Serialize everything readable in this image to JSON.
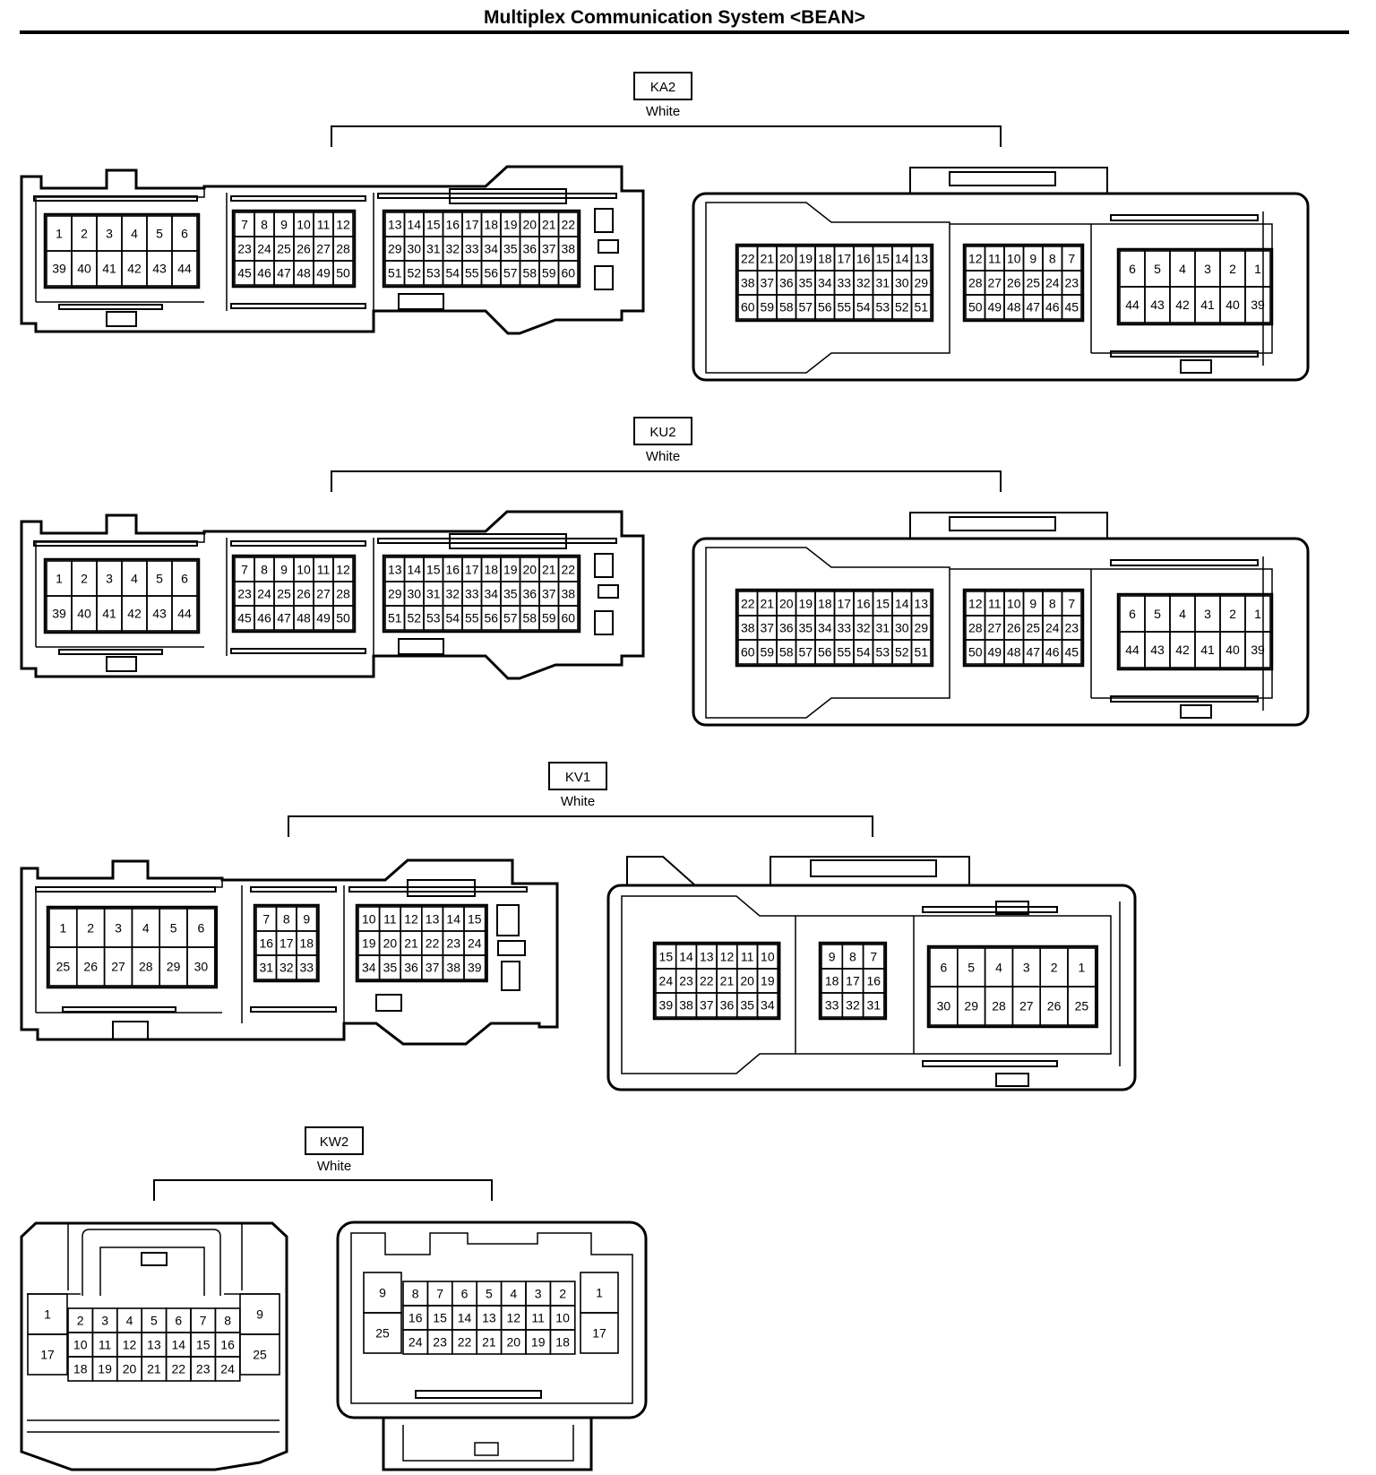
{
  "title": "Multiplex Communication System <BEAN>",
  "connectors": [
    {
      "id": "KA2",
      "color": "White",
      "left_view": {
        "blocks": [
          {
            "rows": [
              [
                "1",
                "2",
                "3",
                "4",
                "5",
                "6"
              ],
              [
                "39",
                "40",
                "41",
                "42",
                "43",
                "44"
              ]
            ]
          },
          {
            "rows": [
              [
                "7",
                "8",
                "9",
                "10",
                "11",
                "12"
              ],
              [
                "23",
                "24",
                "25",
                "26",
                "27",
                "28"
              ],
              [
                "45",
                "46",
                "47",
                "48",
                "49",
                "50"
              ]
            ]
          },
          {
            "rows": [
              [
                "13",
                "14",
                "15",
                "16",
                "17",
                "18",
                "19",
                "20",
                "21",
                "22"
              ],
              [
                "29",
                "30",
                "31",
                "32",
                "33",
                "34",
                "35",
                "36",
                "37",
                "38"
              ],
              [
                "51",
                "52",
                "53",
                "54",
                "55",
                "56",
                "57",
                "58",
                "59",
                "60"
              ]
            ]
          }
        ]
      },
      "right_view": {
        "blocks": [
          {
            "rows": [
              [
                "22",
                "21",
                "20",
                "19",
                "18",
                "17",
                "16",
                "15",
                "14",
                "13"
              ],
              [
                "38",
                "37",
                "36",
                "35",
                "34",
                "33",
                "32",
                "31",
                "30",
                "29"
              ],
              [
                "60",
                "59",
                "58",
                "57",
                "56",
                "55",
                "54",
                "53",
                "52",
                "51"
              ]
            ]
          },
          {
            "rows": [
              [
                "12",
                "11",
                "10",
                "9",
                "8",
                "7"
              ],
              [
                "28",
                "27",
                "26",
                "25",
                "24",
                "23"
              ],
              [
                "50",
                "49",
                "48",
                "47",
                "46",
                "45"
              ]
            ]
          },
          {
            "rows": [
              [
                "6",
                "5",
                "4",
                "3",
                "2",
                "1"
              ],
              [
                "44",
                "43",
                "42",
                "41",
                "40",
                "39"
              ]
            ]
          }
        ]
      }
    },
    {
      "id": "KU2",
      "color": "White",
      "left_view": {
        "blocks": [
          {
            "rows": [
              [
                "1",
                "2",
                "3",
                "4",
                "5",
                "6"
              ],
              [
                "39",
                "40",
                "41",
                "42",
                "43",
                "44"
              ]
            ]
          },
          {
            "rows": [
              [
                "7",
                "8",
                "9",
                "10",
                "11",
                "12"
              ],
              [
                "23",
                "24",
                "25",
                "26",
                "27",
                "28"
              ],
              [
                "45",
                "46",
                "47",
                "48",
                "49",
                "50"
              ]
            ]
          },
          {
            "rows": [
              [
                "13",
                "14",
                "15",
                "16",
                "17",
                "18",
                "19",
                "20",
                "21",
                "22"
              ],
              [
                "29",
                "30",
                "31",
                "32",
                "33",
                "34",
                "35",
                "36",
                "37",
                "38"
              ],
              [
                "51",
                "52",
                "53",
                "54",
                "55",
                "56",
                "57",
                "58",
                "59",
                "60"
              ]
            ]
          }
        ]
      },
      "right_view": {
        "blocks": [
          {
            "rows": [
              [
                "22",
                "21",
                "20",
                "19",
                "18",
                "17",
                "16",
                "15",
                "14",
                "13"
              ],
              [
                "38",
                "37",
                "36",
                "35",
                "34",
                "33",
                "32",
                "31",
                "30",
                "29"
              ],
              [
                "60",
                "59",
                "58",
                "57",
                "56",
                "55",
                "54",
                "53",
                "52",
                "51"
              ]
            ]
          },
          {
            "rows": [
              [
                "12",
                "11",
                "10",
                "9",
                "8",
                "7"
              ],
              [
                "28",
                "27",
                "26",
                "25",
                "24",
                "23"
              ],
              [
                "50",
                "49",
                "48",
                "47",
                "46",
                "45"
              ]
            ]
          },
          {
            "rows": [
              [
                "6",
                "5",
                "4",
                "3",
                "2",
                "1"
              ],
              [
                "44",
                "43",
                "42",
                "41",
                "40",
                "39"
              ]
            ]
          }
        ]
      }
    },
    {
      "id": "KV1",
      "color": "White",
      "left_view": {
        "blocks": [
          {
            "rows": [
              [
                "1",
                "2",
                "3",
                "4",
                "5",
                "6"
              ],
              [
                "25",
                "26",
                "27",
                "28",
                "29",
                "30"
              ]
            ]
          },
          {
            "rows": [
              [
                "7",
                "8",
                "9"
              ],
              [
                "16",
                "17",
                "18"
              ],
              [
                "31",
                "32",
                "33"
              ]
            ]
          },
          {
            "rows": [
              [
                "10",
                "11",
                "12",
                "13",
                "14",
                "15"
              ],
              [
                "19",
                "20",
                "21",
                "22",
                "23",
                "24"
              ],
              [
                "34",
                "35",
                "36",
                "37",
                "38",
                "39"
              ]
            ]
          }
        ]
      },
      "right_view": {
        "blocks": [
          {
            "rows": [
              [
                "15",
                "14",
                "13",
                "12",
                "11",
                "10"
              ],
              [
                "24",
                "23",
                "22",
                "21",
                "20",
                "19"
              ],
              [
                "39",
                "38",
                "37",
                "36",
                "35",
                "34"
              ]
            ]
          },
          {
            "rows": [
              [
                "9",
                "8",
                "7"
              ],
              [
                "18",
                "17",
                "16"
              ],
              [
                "33",
                "32",
                "31"
              ]
            ]
          },
          {
            "rows": [
              [
                "6",
                "5",
                "4",
                "3",
                "2",
                "1"
              ],
              [
                "30",
                "29",
                "28",
                "27",
                "26",
                "25"
              ]
            ]
          }
        ]
      }
    },
    {
      "id": "KW2",
      "color": "White",
      "left_view": {
        "side_left": [
          "1",
          "17"
        ],
        "rows": [
          [
            "2",
            "3",
            "4",
            "5",
            "6",
            "7",
            "8"
          ],
          [
            "10",
            "11",
            "12",
            "13",
            "14",
            "15",
            "16"
          ],
          [
            "18",
            "19",
            "20",
            "21",
            "22",
            "23",
            "24"
          ]
        ],
        "side_right": [
          "9",
          "25"
        ]
      },
      "right_view": {
        "side_left": [
          "9",
          "25"
        ],
        "rows": [
          [
            "8",
            "7",
            "6",
            "5",
            "4",
            "3",
            "2"
          ],
          [
            "16",
            "15",
            "14",
            "13",
            "12",
            "11",
            "10"
          ],
          [
            "24",
            "23",
            "22",
            "21",
            "20",
            "19",
            "18"
          ]
        ],
        "side_right": [
          "1",
          "17"
        ]
      }
    }
  ]
}
